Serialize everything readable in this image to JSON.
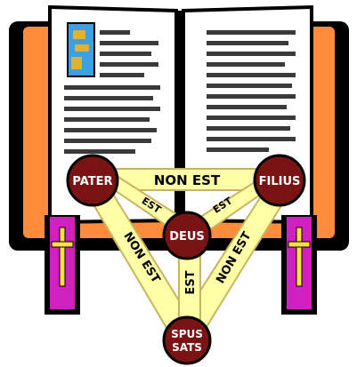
{
  "nodes": {
    "top_left": "PATER",
    "top_right": "FILIUS",
    "center": "DEUS",
    "bottom_line1": "SPUS",
    "bottom_line2": "SATS"
  },
  "edges": {
    "top": "NON EST",
    "left": "NON EST",
    "right": "NON EST",
    "center_left": "EST",
    "center_right": "EST",
    "center_bottom": "EST"
  },
  "colors": {
    "book_frame": "#000000",
    "book_cover": "#ff8c3c",
    "page": "#ffffff",
    "text_lines": "#3a3a3a",
    "illustration_blue": "#3aa0e0",
    "illustration_gold": "#e0b030",
    "bookmark": "#d020c0",
    "bookmark_cross": "#ffe040",
    "node_fill": "#7a1414",
    "band_fill": "#ffffa8",
    "band_stroke": "#c8b460"
  }
}
